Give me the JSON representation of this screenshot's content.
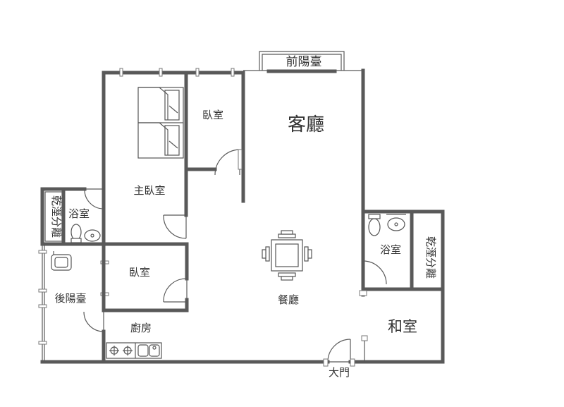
{
  "labels": {
    "front_balcony": "前陽臺",
    "living_room": "客廳",
    "bedroom_1": "臥室",
    "master_bedroom": "主臥室",
    "bath_left": "浴室",
    "dry_wet_left": "乾溼分離",
    "bedroom_2": "臥室",
    "back_balcony": "後陽臺",
    "kitchen": "廚房",
    "dining_room": "餐廳",
    "bath_right": "浴室",
    "dry_wet_right": "乾溼分離",
    "japanese_room": "和室",
    "main_door": "大門"
  },
  "colors": {
    "wall": "#595959",
    "text": "#333333"
  }
}
